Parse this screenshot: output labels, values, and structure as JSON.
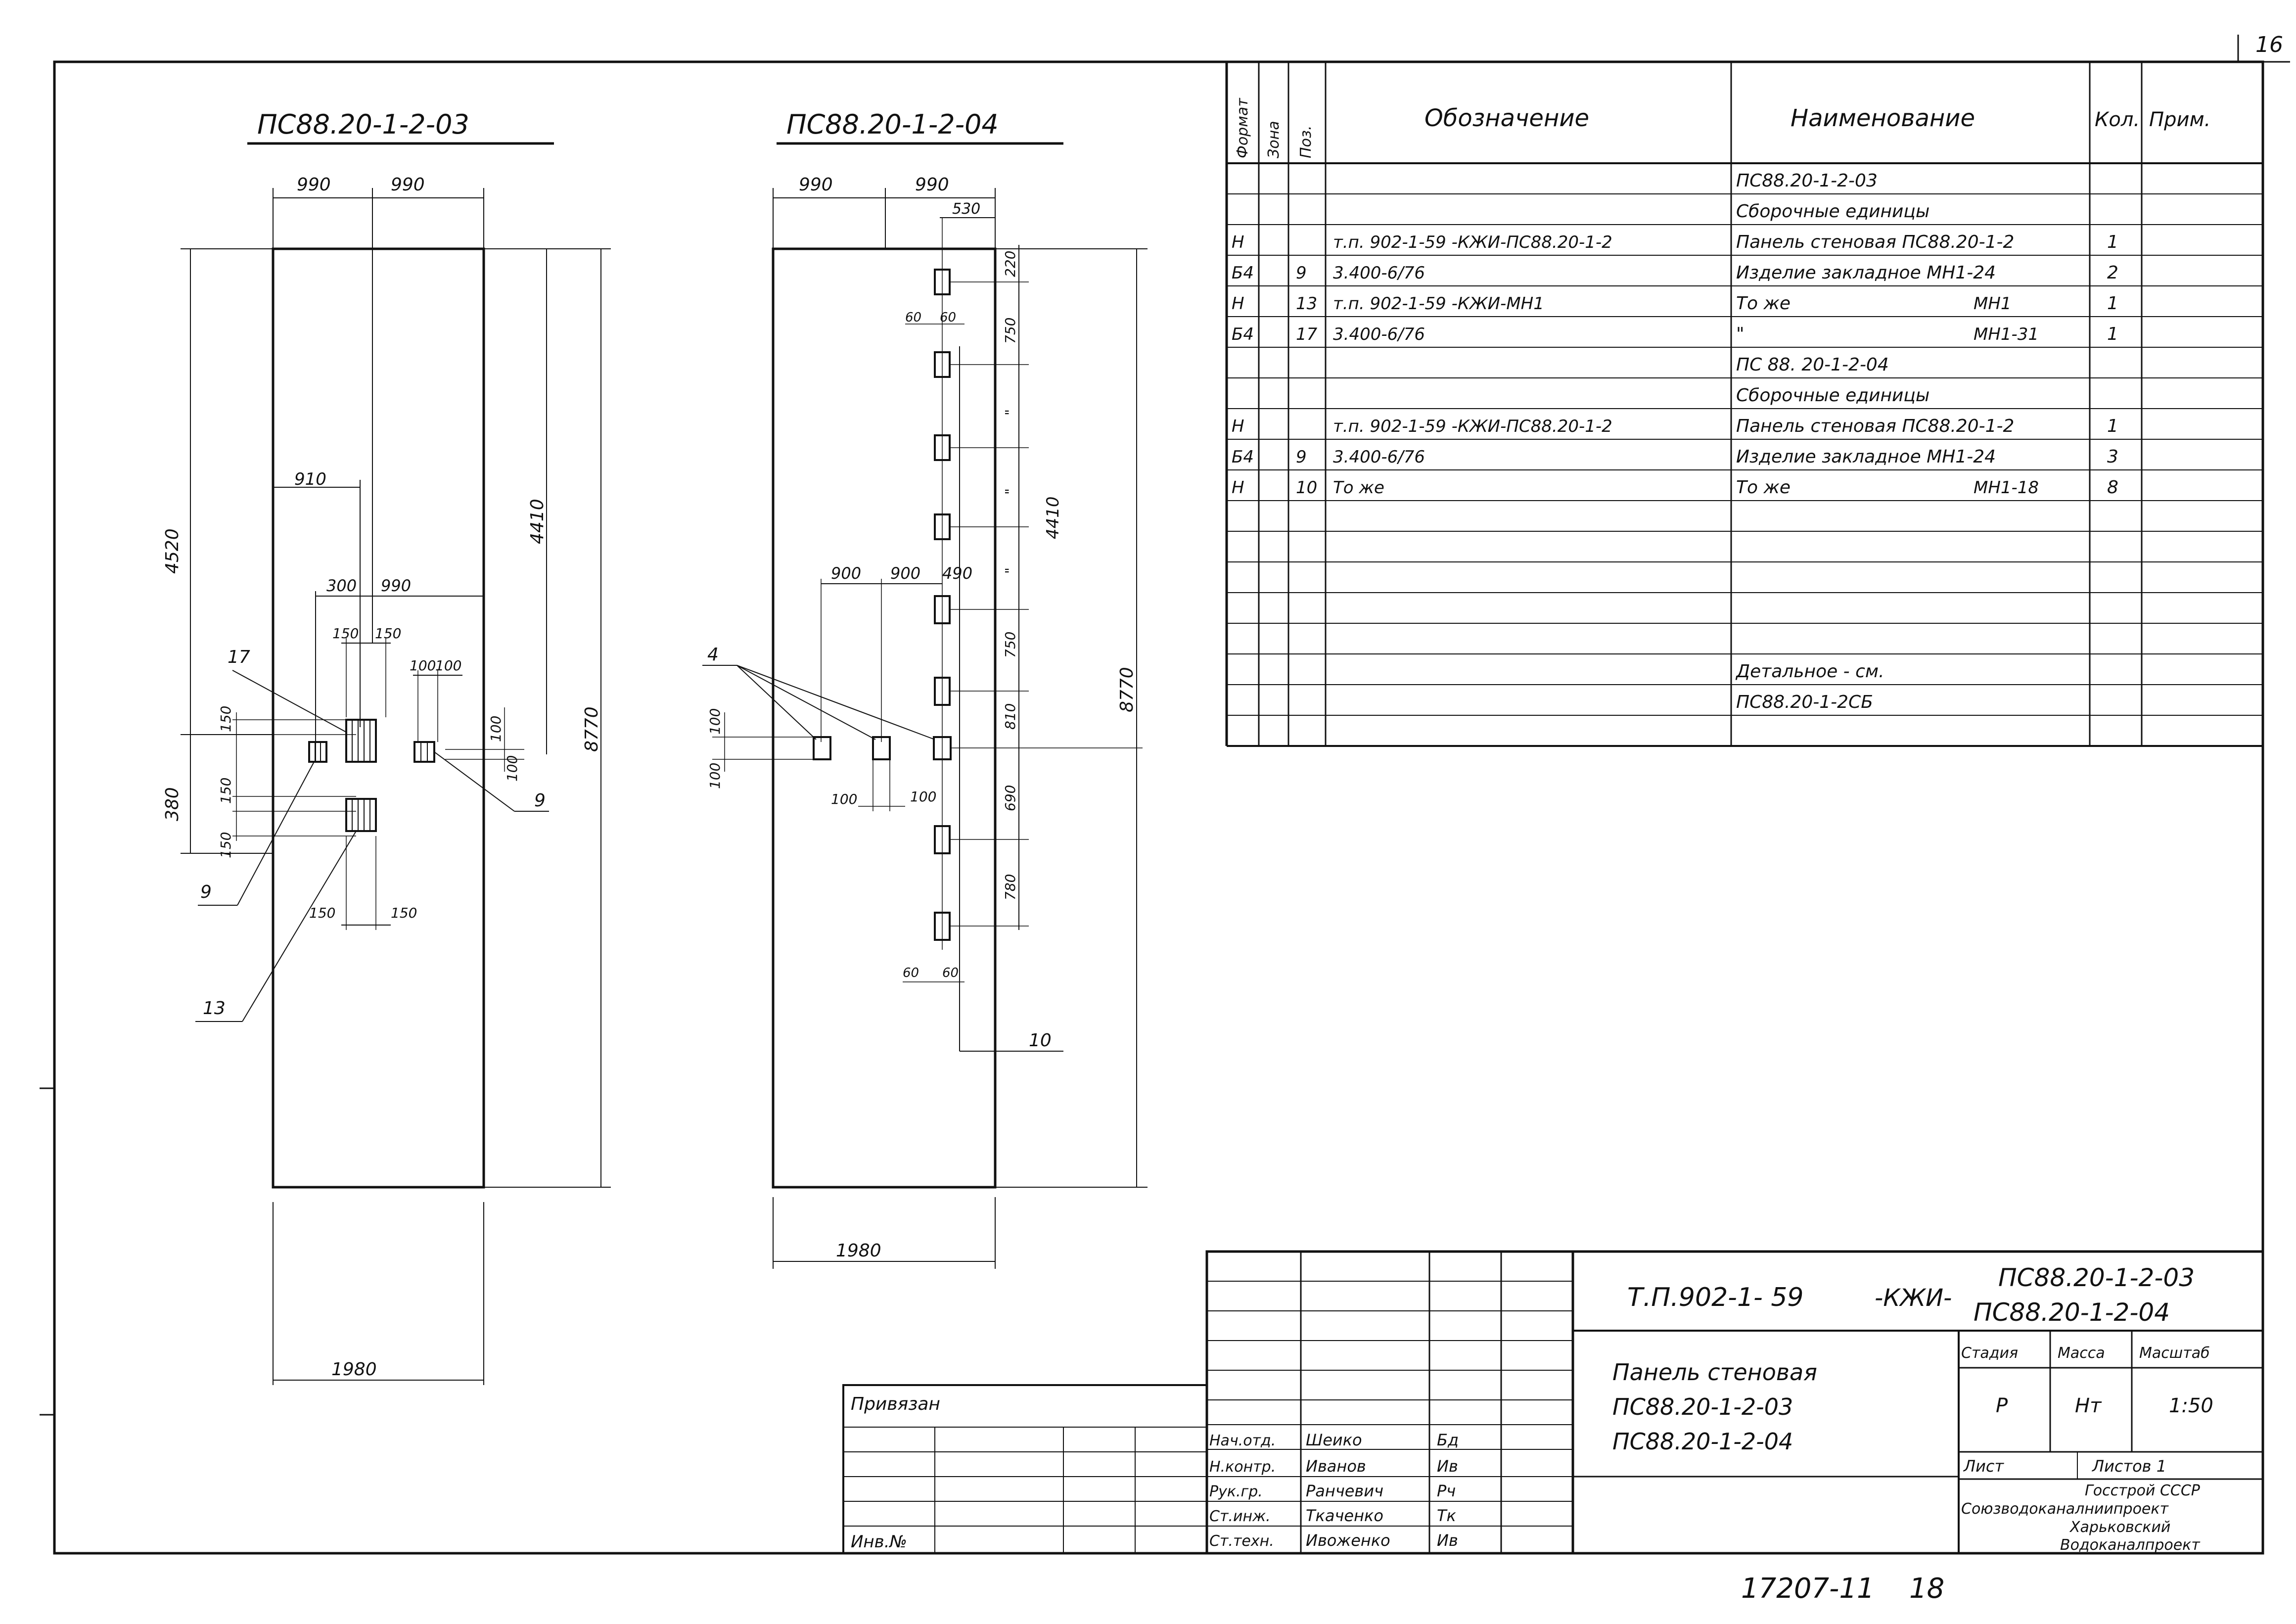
{
  "page_number": "16",
  "left_view": {
    "title": "ПС88.20-1-2-03",
    "dims": {
      "top_left": "990",
      "top_right": "990",
      "height_left": "4520",
      "height_right": "4410",
      "height_full": "8770",
      "lower_left": "380",
      "offset_910": "910",
      "w_300": "300",
      "w_990": "990",
      "d150a": "150",
      "d150b": "150",
      "d100a": "100",
      "d100b": "100",
      "v150a": "150",
      "v100": "100",
      "v100b": "100",
      "v150b": "150",
      "v150c": "150",
      "b150a": "150",
      "b150b": "150",
      "bottom": "1980"
    },
    "callouts": {
      "p17": "17",
      "p9r": "9",
      "p9l": "9",
      "p13": "13"
    }
  },
  "right_view": {
    "title": "ПС88.20-1-2-04",
    "dims": {
      "top_left": "990",
      "top_right": "990",
      "top_530": "530",
      "v220": "220",
      "v750a": "750",
      "q1": "\"",
      "q2": "\"",
      "q3": "\"",
      "v750b": "750",
      "v810": "810",
      "v690": "690",
      "v780": "780",
      "height_4410": "4410",
      "height_full": "8770",
      "h60a": "60",
      "h60b": "60",
      "h60c": "60",
      "h60d": "60",
      "h900a": "900",
      "h900b": "900",
      "h490": "490",
      "v100a": "100",
      "v100b": "100",
      "w100a": "100",
      "w100b": "100",
      "bottom": "1980"
    },
    "callouts": {
      "p4": "4",
      "p10": "10"
    }
  },
  "spec_table": {
    "headers": [
      "Формат",
      "Зона",
      "Поз.",
      "Обозначение",
      "Наименование",
      "Кол.",
      "Прим."
    ],
    "rows": [
      {
        "f": "",
        "z": "",
        "p": "",
        "o": "",
        "n": "ПС88.20-1-2-03",
        "n2": "",
        "k": "",
        "pr": ""
      },
      {
        "f": "",
        "z": "",
        "p": "",
        "o": "",
        "n": "Сборочные единицы",
        "n2": "",
        "k": "",
        "pr": ""
      },
      {
        "f": "Н",
        "z": "",
        "p": "",
        "o": "т.п. 902-1-59 -КЖИ-ПС88.20-1-2",
        "n": "Панель стеновая ПС88.20-1-2",
        "n2": "",
        "k": "1",
        "pr": ""
      },
      {
        "f": "Б4",
        "z": "",
        "p": "9",
        "o": "3.400-6/76",
        "n": "Изделие закладное МН1-24",
        "n2": "",
        "k": "2",
        "pr": ""
      },
      {
        "f": "Н",
        "z": "",
        "p": "13",
        "o": "т.п. 902-1-59 -КЖИ-МН1",
        "n": "То же",
        "n2": "МН1",
        "k": "1",
        "pr": ""
      },
      {
        "f": "Б4",
        "z": "",
        "p": "17",
        "o": "3.400-6/76",
        "n": "\"",
        "n2": "МН1-31",
        "k": "1",
        "pr": ""
      },
      {
        "f": "",
        "z": "",
        "p": "",
        "o": "",
        "n": "ПС 88. 20-1-2-04",
        "n2": "",
        "k": "",
        "pr": ""
      },
      {
        "f": "",
        "z": "",
        "p": "",
        "o": "",
        "n": "Сборочные единицы",
        "n2": "",
        "k": "",
        "pr": ""
      },
      {
        "f": "Н",
        "z": "",
        "p": "",
        "o": "т.п. 902-1-59 -КЖИ-ПС88.20-1-2",
        "n": "Панель стеновая ПС88.20-1-2",
        "n2": "",
        "k": "1",
        "pr": ""
      },
      {
        "f": "Б4",
        "z": "",
        "p": "9",
        "o": "3.400-6/76",
        "n": "Изделие закладное МН1-24",
        "n2": "",
        "k": "3",
        "pr": ""
      },
      {
        "f": "Н",
        "z": "",
        "p": "10",
        "o": "То же",
        "n": "То же",
        "n2": "МН1-18",
        "k": "8",
        "pr": ""
      },
      {
        "f": "",
        "z": "",
        "p": "",
        "o": "",
        "n": "",
        "n2": "",
        "k": "",
        "pr": ""
      },
      {
        "f": "",
        "z": "",
        "p": "",
        "o": "",
        "n": "",
        "n2": "",
        "k": "",
        "pr": ""
      },
      {
        "f": "",
        "z": "",
        "p": "",
        "o": "",
        "n": "",
        "n2": "",
        "k": "",
        "pr": ""
      },
      {
        "f": "",
        "z": "",
        "p": "",
        "o": "",
        "n": "",
        "n2": "",
        "k": "",
        "pr": ""
      },
      {
        "f": "",
        "z": "",
        "p": "",
        "o": "",
        "n": "",
        "n2": "",
        "k": "",
        "pr": ""
      },
      {
        "f": "",
        "z": "",
        "p": "",
        "o": "",
        "n": "Детальное - см.",
        "n2": "",
        "k": "",
        "pr": ""
      },
      {
        "f": "",
        "z": "",
        "p": "",
        "o": "",
        "n": "ПС88.20-1-2СБ",
        "n2": "",
        "k": "",
        "pr": ""
      },
      {
        "f": "",
        "z": "",
        "p": "",
        "o": "",
        "n": "",
        "n2": "",
        "k": "",
        "pr": ""
      }
    ]
  },
  "title_block": {
    "doc_code": "Т.П.902-1- 59",
    "doc_suffix": "-КЖИ-",
    "mark1": "ПС88.20-1-2-03",
    "mark2": "ПС88.20-1-2-04",
    "name_line1": "Панель стеновая",
    "name_line2": "ПС88.20-1-2-03",
    "name_line3": "ПС88.20-1-2-04",
    "stage_label": "Стадия",
    "mass_label": "Масса",
    "scale_label": "Масштаб",
    "stage": "Р",
    "mass": "Нт",
    "scale": "1:50",
    "sheet_label": "Лист",
    "sheets_label": "Листов 1",
    "org1": "Госстрой СССР",
    "org2": "Союзводоканалниипроект",
    "org3": "Харьковский",
    "org4": "Водоканалпроект",
    "privyazan": "Привязан",
    "inv": "Инв.№",
    "signers": [
      {
        "role": "Нач.отд.",
        "name": "Шеико",
        "sign": "Бд"
      },
      {
        "role": "Н.контр.",
        "name": "Иванов",
        "sign": "Ив"
      },
      {
        "role": "Рук.гр.",
        "name": "Ранчевич",
        "sign": "Рч"
      },
      {
        "role": "Ст.инж.",
        "name": "Ткаченко",
        "sign": "Тк"
      },
      {
        "role": "Ст.техн.",
        "name": "Ивоженко",
        "sign": "Ив"
      }
    ]
  },
  "footer_number": "17207-11",
  "footer_sheet": "18"
}
